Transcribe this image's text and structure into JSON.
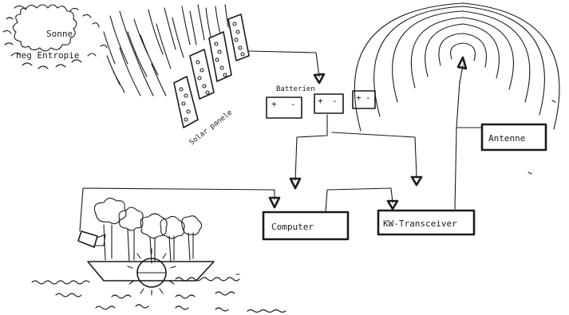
{
  "labels": {
    "sun": "Sonne",
    "entropy": "neg Entropie",
    "panels": "Solar panele",
    "batteries": "Batterien",
    "antenna": "Antenne",
    "computer": "Computer",
    "transceiver": "KW-Transceiver"
  },
  "battery_terminals": [
    "+",
    "-"
  ]
}
